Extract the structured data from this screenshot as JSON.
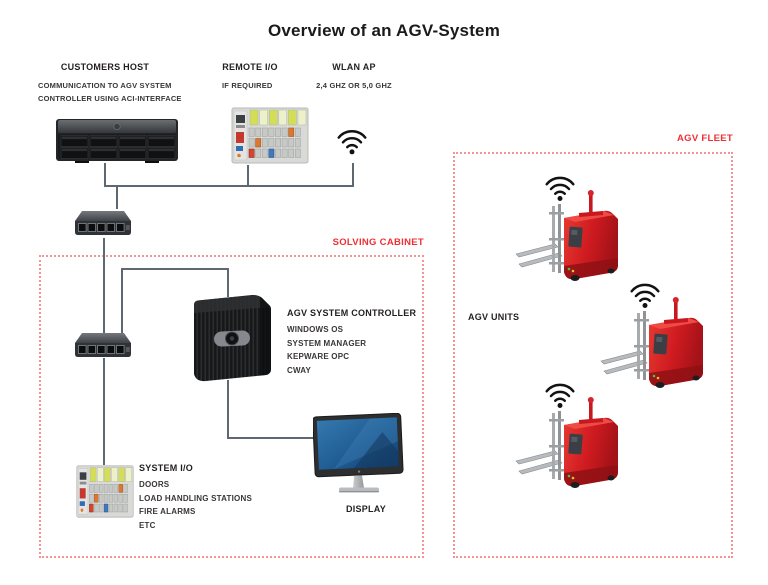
{
  "title": "Overview of an AGV-System",
  "nodes": {
    "customers_host": {
      "label": "CUSTOMERS HOST",
      "description_line1": "COMMUNICATION TO AGV SYSTEM",
      "description_line2": "CONTROLLER USING ACI-INTERFACE",
      "icon": "rack-server-icon"
    },
    "remote_io": {
      "label": "REMOTE I/O",
      "description": "IF REQUIRED",
      "icon": "io-module-icon"
    },
    "wlan_ap": {
      "label": "WLAN AP",
      "description": "2,4 GHZ OR 5,0 GHZ",
      "icon": "wifi-icon"
    },
    "network_switch_top": {
      "icon": "ethernet-switch-icon"
    },
    "network_switch_cabinet": {
      "icon": "ethernet-switch-icon"
    },
    "agv_system_controller": {
      "label": "AGV SYSTEM CONTROLLER",
      "items": [
        "WINDOWS OS",
        "SYSTEM MANAGER",
        "KEPWARE OPC",
        "CWAY"
      ],
      "icon": "tower-pc-icon"
    },
    "system_io": {
      "label": "SYSTEM I/O",
      "items": [
        "DOORS",
        "LOAD HANDLING STATIONS",
        "FIRE ALARMS",
        "ETC"
      ],
      "icon": "io-module-icon"
    },
    "display": {
      "label": "DISPLAY",
      "icon": "monitor-icon"
    },
    "agv_units": {
      "label": "AGV UNITS",
      "count": 3,
      "icon": "agv-forklift-icon"
    }
  },
  "regions": {
    "solving_cabinet": {
      "label": "SOLVING CABINET"
    },
    "agv_fleet": {
      "label": "AGV FLEET"
    }
  },
  "colors": {
    "accent_red": "#ee2f35",
    "dashed_border_red": "#f59494",
    "connector_gray": "#5d6872",
    "text_dark": "#231f20",
    "agv_red": "#cf1b20",
    "screen_blue": "#1f5c93"
  }
}
